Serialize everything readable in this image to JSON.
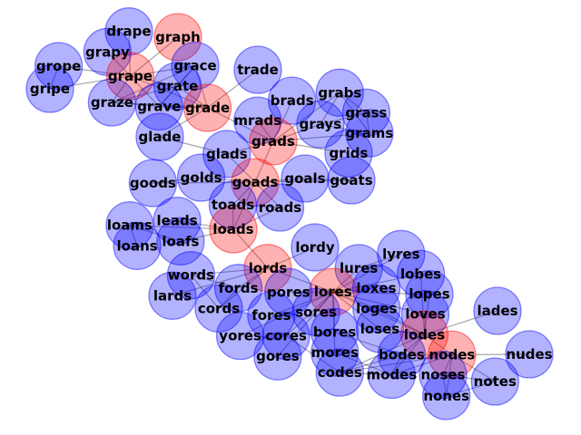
{
  "colors": {
    "default_node": "#0000ff",
    "path_node": "#ff0000",
    "edge": "#000000"
  },
  "nodes": [
    {
      "word": "graph",
      "path": true
    },
    {
      "word": "drape",
      "path": false
    },
    {
      "word": "grapy",
      "path": false
    },
    {
      "word": "grope",
      "path": false
    },
    {
      "word": "gripe",
      "path": false
    },
    {
      "word": "grape",
      "path": true
    },
    {
      "word": "grace",
      "path": false
    },
    {
      "word": "grate",
      "path": false
    },
    {
      "word": "grave",
      "path": false
    },
    {
      "word": "graze",
      "path": false
    },
    {
      "word": "grade",
      "path": true
    },
    {
      "word": "trade",
      "path": false
    },
    {
      "word": "mrads",
      "path": false
    },
    {
      "word": "glade",
      "path": false
    },
    {
      "word": "brads",
      "path": false
    },
    {
      "word": "grabs",
      "path": false
    },
    {
      "word": "grass",
      "path": false
    },
    {
      "word": "grays",
      "path": false
    },
    {
      "word": "grams",
      "path": false
    },
    {
      "word": "grids",
      "path": false
    },
    {
      "word": "grads",
      "path": true
    },
    {
      "word": "glads",
      "path": false
    },
    {
      "word": "golds",
      "path": false
    },
    {
      "word": "goods",
      "path": false
    },
    {
      "word": "goads",
      "path": true
    },
    {
      "word": "goals",
      "path": false
    },
    {
      "word": "goats",
      "path": false
    },
    {
      "word": "toads",
      "path": false
    },
    {
      "word": "roads",
      "path": false
    },
    {
      "word": "loads",
      "path": true
    },
    {
      "word": "leads",
      "path": false
    },
    {
      "word": "loams",
      "path": false
    },
    {
      "word": "loans",
      "path": false
    },
    {
      "word": "loafs",
      "path": false
    },
    {
      "word": "lordy",
      "path": false
    },
    {
      "word": "lords",
      "path": true
    },
    {
      "word": "words",
      "path": false
    },
    {
      "word": "lards",
      "path": false
    },
    {
      "word": "fords",
      "path": false
    },
    {
      "word": "cords",
      "path": false
    },
    {
      "word": "lures",
      "path": false
    },
    {
      "word": "lyres",
      "path": false
    },
    {
      "word": "lores",
      "path": true
    },
    {
      "word": "lobes",
      "path": false
    },
    {
      "word": "loxes",
      "path": false
    },
    {
      "word": "lopes",
      "path": false
    },
    {
      "word": "loges",
      "path": false
    },
    {
      "word": "loves",
      "path": false
    },
    {
      "word": "loses",
      "path": false
    },
    {
      "word": "lodes",
      "path": true
    },
    {
      "word": "lades",
      "path": false
    },
    {
      "word": "pores",
      "path": false
    },
    {
      "word": "fores",
      "path": false
    },
    {
      "word": "sores",
      "path": false
    },
    {
      "word": "yores",
      "path": false
    },
    {
      "word": "cores",
      "path": false
    },
    {
      "word": "bores",
      "path": false
    },
    {
      "word": "gores",
      "path": false
    },
    {
      "word": "mores",
      "path": false
    },
    {
      "word": "codes",
      "path": false
    },
    {
      "word": "bodes",
      "path": false
    },
    {
      "word": "nodes",
      "path": true
    },
    {
      "word": "nudes",
      "path": false
    },
    {
      "word": "modes",
      "path": false
    },
    {
      "word": "noses",
      "path": false
    },
    {
      "word": "notes",
      "path": false
    },
    {
      "word": "nones",
      "path": false
    }
  ],
  "edges": [
    [
      "graph",
      "grape"
    ],
    [
      "drape",
      "grape"
    ],
    [
      "grapy",
      "grape"
    ],
    [
      "grope",
      "grape"
    ],
    [
      "gripe",
      "grape"
    ],
    [
      "gripe",
      "grope"
    ],
    [
      "grape",
      "grace"
    ],
    [
      "grape",
      "grate"
    ],
    [
      "grape",
      "grave"
    ],
    [
      "grape",
      "graze"
    ],
    [
      "grape",
      "grade"
    ],
    [
      "grace",
      "grate"
    ],
    [
      "grace",
      "grave"
    ],
    [
      "grace",
      "graze"
    ],
    [
      "grace",
      "grade"
    ],
    [
      "grate",
      "grave"
    ],
    [
      "grate",
      "graze"
    ],
    [
      "grate",
      "grade"
    ],
    [
      "grave",
      "graze"
    ],
    [
      "grave",
      "grade"
    ],
    [
      "graze",
      "grade"
    ],
    [
      "grade",
      "trade"
    ],
    [
      "grade",
      "glade"
    ],
    [
      "grade",
      "grads"
    ],
    [
      "glade",
      "glads"
    ],
    [
      "grads",
      "glads"
    ],
    [
      "grads",
      "mrads"
    ],
    [
      "grads",
      "brads"
    ],
    [
      "grads",
      "grabs"
    ],
    [
      "grads",
      "grays"
    ],
    [
      "grads",
      "grams"
    ],
    [
      "grads",
      "grids"
    ],
    [
      "grabs",
      "grass"
    ],
    [
      "grabs",
      "grays"
    ],
    [
      "grabs",
      "grams"
    ],
    [
      "grass",
      "grays"
    ],
    [
      "grass",
      "grams"
    ],
    [
      "grays",
      "grams"
    ],
    [
      "glads",
      "goads"
    ],
    [
      "grads",
      "goads"
    ],
    [
      "goads",
      "golds"
    ],
    [
      "goads",
      "goals"
    ],
    [
      "goads",
      "goats"
    ],
    [
      "goals",
      "goats"
    ],
    [
      "goads",
      "toads"
    ],
    [
      "goads",
      "roads"
    ],
    [
      "goads",
      "loads"
    ],
    [
      "golds",
      "goods"
    ],
    [
      "goods",
      "goads"
    ],
    [
      "toads",
      "loads"
    ],
    [
      "roads",
      "loads"
    ],
    [
      "toads",
      "roads"
    ],
    [
      "loads",
      "leads"
    ],
    [
      "loads",
      "loams"
    ],
    [
      "loads",
      "loafs"
    ],
    [
      "loads",
      "lords"
    ],
    [
      "loans",
      "loams"
    ],
    [
      "loafs",
      "loams"
    ],
    [
      "lords",
      "lordy"
    ],
    [
      "lords",
      "words"
    ],
    [
      "lords",
      "lards"
    ],
    [
      "lords",
      "fords"
    ],
    [
      "lords",
      "cords"
    ],
    [
      "lords",
      "lores"
    ],
    [
      "words",
      "fords"
    ],
    [
      "words",
      "cords"
    ],
    [
      "fords",
      "cords"
    ],
    [
      "lores",
      "lures"
    ],
    [
      "lores",
      "lyres"
    ],
    [
      "lores",
      "lobes"
    ],
    [
      "lores",
      "loxes"
    ],
    [
      "lores",
      "lopes"
    ],
    [
      "lores",
      "loges"
    ],
    [
      "lores",
      "loves"
    ],
    [
      "lores",
      "loses"
    ],
    [
      "lores",
      "lodes"
    ],
    [
      "lores",
      "pores"
    ],
    [
      "lores",
      "fores"
    ],
    [
      "lores",
      "sores"
    ],
    [
      "lores",
      "yores"
    ],
    [
      "lores",
      "cores"
    ],
    [
      "lores",
      "bores"
    ],
    [
      "lores",
      "gores"
    ],
    [
      "lores",
      "mores"
    ],
    [
      "cores",
      "codes"
    ],
    [
      "bores",
      "bodes"
    ],
    [
      "mores",
      "modes"
    ],
    [
      "lodes",
      "lades"
    ],
    [
      "lodes",
      "nodes"
    ],
    [
      "lodes",
      "codes"
    ],
    [
      "lodes",
      "bodes"
    ],
    [
      "lodes",
      "modes"
    ],
    [
      "lodes",
      "lobes"
    ],
    [
      "lodes",
      "lopes"
    ],
    [
      "lodes",
      "loves"
    ],
    [
      "lodes",
      "loses"
    ],
    [
      "lodes",
      "loges"
    ],
    [
      "nodes",
      "nudes"
    ],
    [
      "nodes",
      "noses"
    ],
    [
      "nodes",
      "notes"
    ],
    [
      "nodes",
      "nones"
    ],
    [
      "nodes",
      "codes"
    ],
    [
      "nodes",
      "bodes"
    ],
    [
      "nodes",
      "modes"
    ],
    [
      "noses",
      "notes"
    ],
    [
      "noses",
      "nones"
    ],
    [
      "notes",
      "nones"
    ],
    [
      "codes",
      "bodes"
    ],
    [
      "codes",
      "modes"
    ],
    [
      "bodes",
      "modes"
    ],
    [
      "lures",
      "lyres"
    ]
  ]
}
